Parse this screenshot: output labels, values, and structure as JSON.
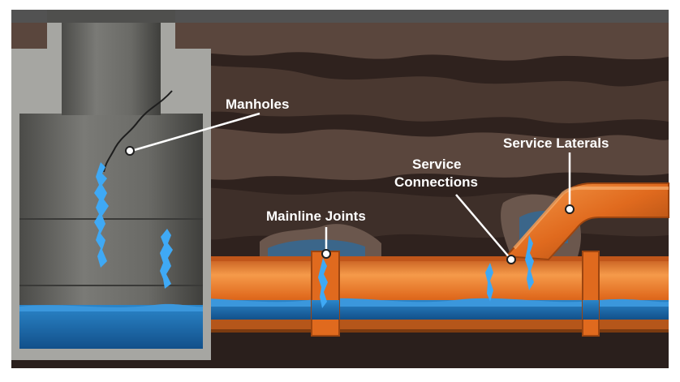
{
  "labels": {
    "manholes": "Manholes",
    "mainline_joints": "Mainline Joints",
    "service_connections_line1": "Service",
    "service_connections_line2": "Connections",
    "service_laterals": "Service Laterals"
  },
  "colors": {
    "soil_dark": "#2f221e",
    "soil_mid": "#4a3830",
    "soil_light": "#6b574d",
    "pipe_orange": "#e06a1e",
    "pipe_highlight": "#f59a4a",
    "pipe_shadow": "#9c4510",
    "water_blue": "#1f6fb0",
    "leak_blue": "#3fa9f5",
    "manhole_wall": "#8f8f8f",
    "manhole_inner": "#5d5d5a",
    "label_text": "#ffffff"
  }
}
